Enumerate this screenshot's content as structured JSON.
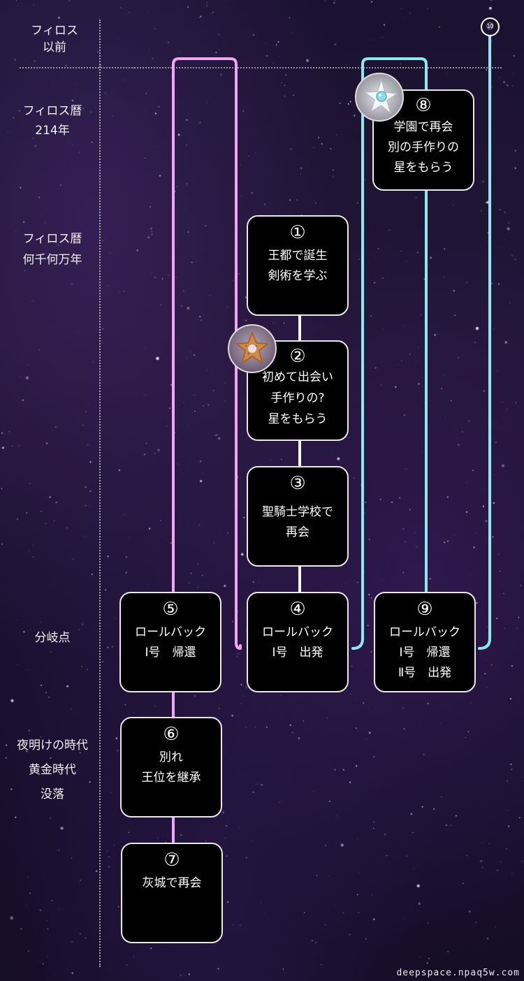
{
  "eras": [
    {
      "lines": [
        "フィロス",
        "以前"
      ]
    },
    {
      "lines": [
        "フィロス暦",
        "214年"
      ]
    },
    {
      "lines": [
        "フィロス暦",
        "何千何万年"
      ]
    },
    {
      "lines": [
        "分岐点"
      ]
    },
    {
      "lines": [
        "夜明けの時代",
        "黄金時代",
        "没落"
      ]
    }
  ],
  "cards": [
    {
      "num": "①",
      "lines": [
        "王都で誕生",
        "剣術を学ぶ"
      ]
    },
    {
      "num": "②",
      "lines": [
        "初めて出会い",
        "手作りの?",
        "星をもらう"
      ]
    },
    {
      "num": "③",
      "lines": [
        "聖騎士学校で",
        "再会"
      ]
    },
    {
      "num": "④",
      "lines": [
        "ロールバック",
        "Ⅰ号　出発"
      ]
    },
    {
      "num": "⑤",
      "lines": [
        "ロールバック",
        "Ⅰ号　帰還"
      ]
    },
    {
      "num": "⑥",
      "lines": [
        "別れ",
        "王位を継承"
      ]
    },
    {
      "num": "⑦",
      "lines": [
        "灰城で再会"
      ]
    },
    {
      "num": "⑧",
      "lines": [
        "学園で再会",
        "別の手作りの",
        "星をもらう"
      ]
    },
    {
      "num": "⑨",
      "lines": [
        "ロールバック",
        "Ⅰ号　帰還",
        "Ⅱ号　出発"
      ]
    }
  ],
  "marker_10": "⑩",
  "icons": {
    "badge_2": "cookie-star-icon",
    "badge_8": "crystal-star-icon"
  },
  "colors": {
    "pink_timeline": "#f0a6f0",
    "cyan_timeline": "#8de8f0",
    "white_connector": "#ffffff"
  },
  "footer": "deepspace.npaq5w.com"
}
